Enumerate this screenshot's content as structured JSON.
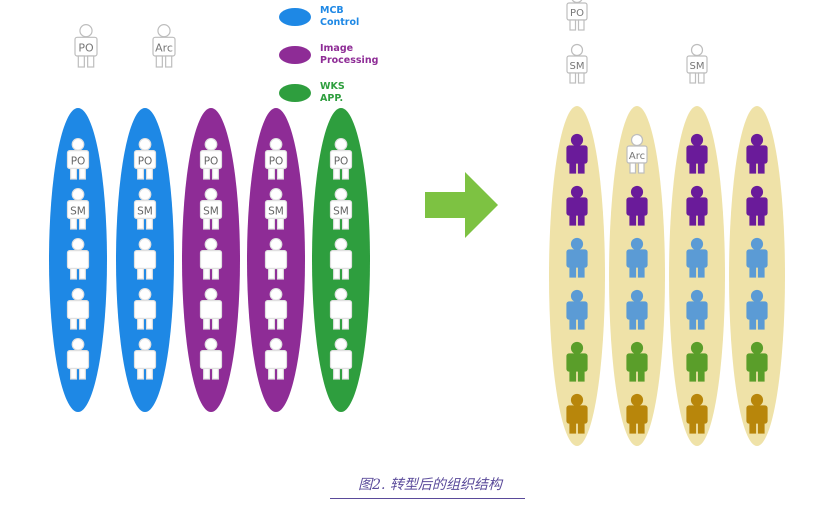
{
  "legend": [
    {
      "lines": [
        "MCB",
        "Control"
      ],
      "color": "#1e88e5"
    },
    {
      "lines": [
        "Image",
        "Processing"
      ],
      "color": "#8e2c96"
    },
    {
      "lines": [
        "WKS",
        "APP."
      ],
      "color": "#2e9e3e"
    }
  ],
  "left": {
    "top_roles": [
      "PO",
      "Arc"
    ],
    "teams": [
      {
        "color": "#1e88e5",
        "labels": [
          "PO",
          "SM",
          "",
          "",
          ""
        ]
      },
      {
        "color": "#1e88e5",
        "labels": [
          "PO",
          "SM",
          "",
          "",
          ""
        ]
      },
      {
        "color": "#8e2c96",
        "labels": [
          "PO",
          "SM",
          "",
          "",
          ""
        ]
      },
      {
        "color": "#8e2c96",
        "labels": [
          "PO",
          "SM",
          "",
          "",
          ""
        ]
      },
      {
        "color": "#2e9e3e",
        "labels": [
          "PO",
          "SM",
          "",
          "",
          ""
        ]
      }
    ]
  },
  "right": {
    "top_roles": [
      "PO",
      "SM",
      "SM"
    ],
    "arc_label": "Arc",
    "team_fill": "#efe2a8",
    "member_colors": [
      "#6a1b9a",
      "#6a1b9a",
      "#5b9bd5",
      "#5b9bd5",
      "#5a9e2a",
      "#b8860b"
    ]
  },
  "arrow_color": "#7dc242",
  "caption": "图2. 转型后的组织结构"
}
